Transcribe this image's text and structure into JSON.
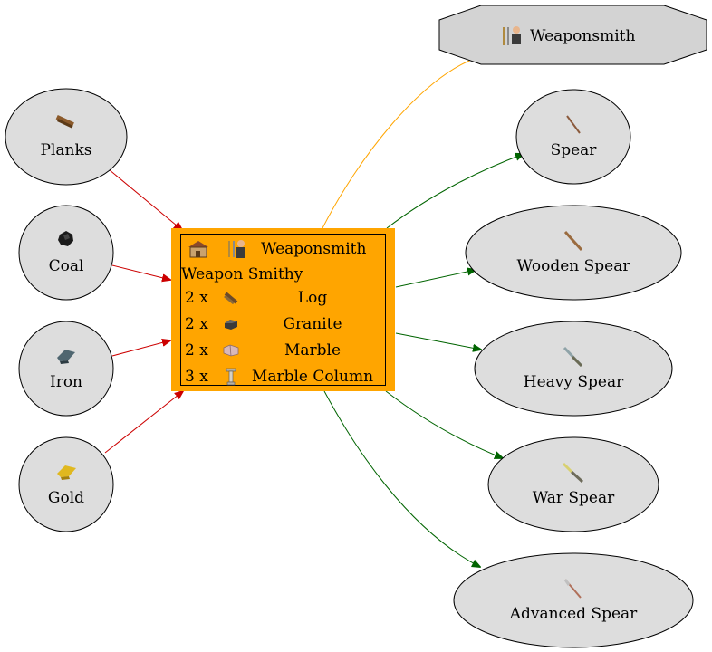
{
  "inputs": [
    {
      "name": "Planks",
      "icon": "planks-icon"
    },
    {
      "name": "Coal",
      "icon": "coal-icon"
    },
    {
      "name": "Iron",
      "icon": "iron-icon"
    },
    {
      "name": "Gold",
      "icon": "gold-icon"
    }
  ],
  "building": {
    "worker": "Weaponsmith",
    "name": "Weapon Smithy",
    "costs": [
      {
        "qty": "2 x",
        "material": "Log",
        "icon": "log-icon"
      },
      {
        "qty": "2 x",
        "material": "Granite",
        "icon": "granite-icon"
      },
      {
        "qty": "2 x",
        "material": "Marble",
        "icon": "marble-icon"
      },
      {
        "qty": "3 x",
        "material": "Marble Column",
        "icon": "marble-column-icon"
      }
    ]
  },
  "worker_node": {
    "name": "Weaponsmith",
    "icon": "weaponsmith-icon"
  },
  "outputs": [
    {
      "name": "Spear",
      "icon": "spear-icon"
    },
    {
      "name": "Wooden Spear",
      "icon": "wooden-spear-icon"
    },
    {
      "name": "Heavy Spear",
      "icon": "heavy-spear-icon"
    },
    {
      "name": "War Spear",
      "icon": "war-spear-icon"
    },
    {
      "name": "Advanced Spear",
      "icon": "advanced-spear-icon"
    }
  ],
  "colors": {
    "building_fill": "#ffa500",
    "node_fill": "#dddddd",
    "worker_fill": "#d3d3d3",
    "input_edge": "#cc0000",
    "output_edge": "#006400",
    "worker_edge": "#ffa500"
  }
}
